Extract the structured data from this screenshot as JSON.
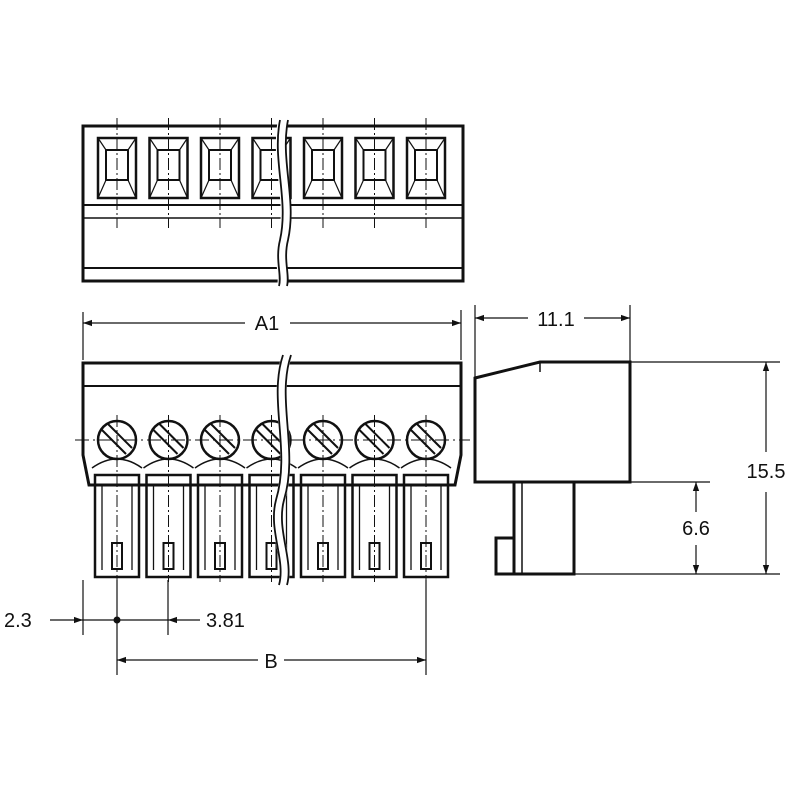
{
  "drawing": {
    "ink_color": "#111111",
    "paper_color": "#ffffff",
    "pin_count": 7
  },
  "dimensions": {
    "a1": "A1",
    "b": "B",
    "width": "11.1",
    "height": "15.5",
    "pin_height": "6.6",
    "edge_offset": "2.3",
    "pitch": "3.81"
  }
}
